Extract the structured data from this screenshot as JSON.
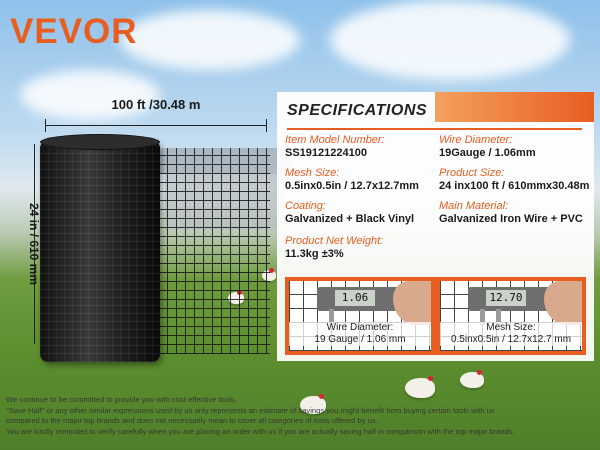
{
  "brand": {
    "logo": "VEVOR",
    "color": "#e85d20"
  },
  "dimensions": {
    "width_label": "100 ft /30.48 m",
    "height_label": "24 in / 610 mm"
  },
  "specs": {
    "title": "SPECIFICATIONS",
    "item_model_number": {
      "label": "Item Model Number:",
      "value": "SS19121224100"
    },
    "wire_diameter": {
      "label": "Wire Diameter:",
      "value": "19Gauge / 1.06mm"
    },
    "mesh_size": {
      "label": "Mesh Size:",
      "value": "0.5inx0.5in / 12.7x12.7mm"
    },
    "product_size": {
      "label": "Product Size:",
      "value": "24 inx100 ft / 610mmx30.48m"
    },
    "coating": {
      "label": "Coating:",
      "value": "Galvanized + Black Vinyl"
    },
    "main_material": {
      "label": "Main Material:",
      "value": "Galvanized Iron Wire + PVC"
    },
    "net_weight": {
      "label": "Product Net Weight:",
      "value": "11.3kg ±3%"
    }
  },
  "photos": [
    {
      "reading": "1.06",
      "caption_line1": "Wire Diameter:",
      "caption_line2": "19 Gauge / 1.06 mm"
    },
    {
      "reading": "12.70",
      "caption_line1": "Mesh Size:",
      "caption_line2": "0.5inx0.5in / 12.7x12.7 mm"
    }
  ],
  "disclaimer": [
    "We continue to be committed to provide you with cost-effective tools.",
    "\"Save Half\" or any other similar expressions used by us only represents an estimate of savings you might benefit from buying certain tools with us",
    "compared to the major top brands and does not necessarily mean to cover all categories of tools offered by us.",
    "You are kindly reminded to verify carefully when you are placing an order with us if you are actually saving half in comparison with the top major brands."
  ]
}
